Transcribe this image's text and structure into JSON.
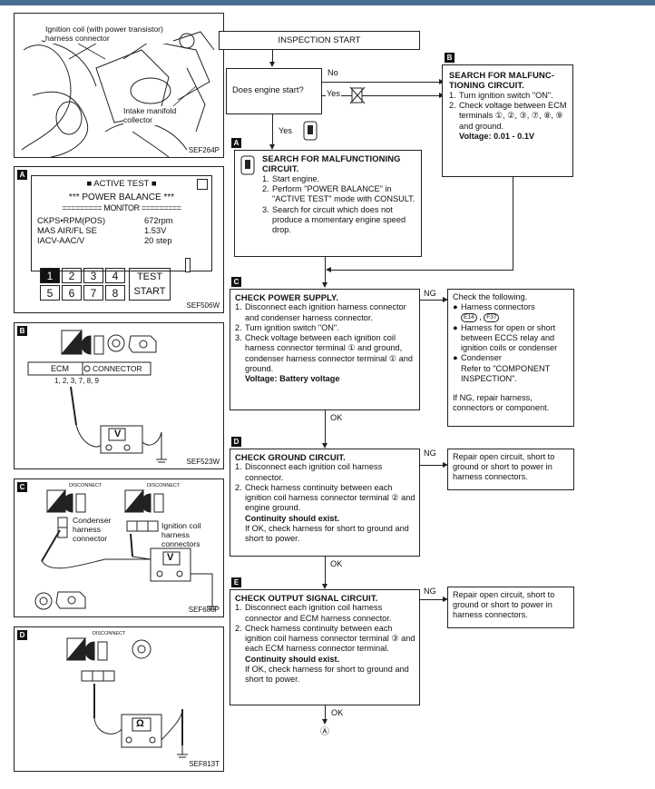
{
  "figure_top": {
    "callout_coil": "Ignition coil (with power transistor) harness connector",
    "callout_manifold": "Intake manifold collector",
    "code": "SEF264P"
  },
  "panel_a": {
    "tag": "A",
    "header": "■ ACTIVE TEST ■",
    "subtitle": "*** POWER BALANCE ***",
    "monitor": "========= MONITOR =========",
    "rows": [
      {
        "label": "CKPS•RPM(POS)",
        "value": "672rpm"
      },
      {
        "label": "MAS AIR/FL SE",
        "value": "1.53V"
      },
      {
        "label": "IACV-AAC/V",
        "value": "20 step"
      }
    ],
    "keys_top": [
      "1",
      "2",
      "3",
      "4"
    ],
    "keys_bottom": [
      "5",
      "6",
      "7",
      "8"
    ],
    "test_label": "TEST",
    "start_label": "START",
    "code": "SEF506W"
  },
  "panel_b": {
    "tag": "B",
    "ecm": "ECM",
    "connector": "CONNECTOR",
    "terminals": "1, 2, 3, 7, 8, 9",
    "meter": "V",
    "code": "SEF523W"
  },
  "panel_c": {
    "tag": "C",
    "disconnect1": "DISCONNECT",
    "disconnect2": "DISCONNECT",
    "condenser": "Condenser harness connector",
    "coil": "Ignition coil harness connectors",
    "meter": "V",
    "code": "SEF680P"
  },
  "panel_d": {
    "tag": "D",
    "disconnect": "DISCONNECT",
    "meter": "Ω",
    "code": "SEF813T"
  },
  "flow": {
    "inspection_start": "INSPECTION START",
    "question": "Does engine start?",
    "no": "No",
    "yes": "Yes",
    "yes2": "Yes",
    "ng1": "NG",
    "ng2": "NG",
    "ng3": "NG",
    "ok1": "OK",
    "ok2": "OK",
    "ok3": "OK",
    "end": "Ⓐ",
    "box_b": {
      "tag": "B",
      "title": "SEARCH FOR MALFUNC-TIONING CIRCUIT.",
      "s1": "1.",
      "t1": "Turn ignition switch \"ON\".",
      "s2": "2.",
      "t2": "Check voltage between ECM terminals ①, ②, ③, ⑦, ⑧, ⑨ and ground.",
      "voltage": "Voltage: 0.01 - 0.1V"
    },
    "box_a": {
      "tag": "A",
      "title": "SEARCH FOR MALFUNCTIONING CIRCUIT.",
      "s1": "1.",
      "t1": "Start engine.",
      "s2": "2.",
      "t2": "Perform \"POWER BALANCE\" in \"ACTIVE TEST\" mode with CONSULT.",
      "s3": "3.",
      "t3": "Search for circuit which does not produce a momentary engine speed drop."
    },
    "box_c": {
      "tag": "C",
      "title": "CHECK POWER SUPPLY.",
      "s1": "1.",
      "t1": "Disconnect each ignition harness connector and condenser harness connector.",
      "s2": "2.",
      "t2": "Turn ignition switch \"ON\".",
      "s3": "3.",
      "t3": "Check voltage between each ignition coil harness connector terminal ① and ground, condenser harness connector terminal ① and ground.",
      "voltage": "Voltage: Battery voltage"
    },
    "check_following": {
      "title": "Check the following.",
      "b1": "Harness connectors",
      "c1": "E14",
      "c2": "F37",
      "b2": "Harness for open or short between ECCS relay and ignition coils or condenser",
      "b3": "Condenser",
      "b3sub": "Refer to \"COMPONENT INSPECTION\".",
      "tail": "If NG, repair harness, connectors or component."
    },
    "box_d": {
      "tag": "D",
      "title": "CHECK GROUND CIRCUIT.",
      "s1": "1.",
      "t1": "Disconnect each ignition coil harness connector.",
      "s2": "2.",
      "t2": "Check harness continuity between each ignition coil harness connector terminal ② and engine ground.",
      "cont": "Continuity should exist.",
      "tail": "If OK, check harness for short to ground and short to power."
    },
    "repair_d": "Repair open circuit, short to ground or short to power in harness connectors.",
    "box_e": {
      "tag": "E",
      "title": "CHECK OUTPUT SIGNAL CIRCUIT.",
      "s1": "1.",
      "t1": "Disconnect each ignition coil harness connector and ECM harness connector.",
      "s2": "2.",
      "t2": "Check harness continuity between each ignition coil harness connector terminal ③ and each ECM harness connector terminal.",
      "cont": "Continuity should exist.",
      "tail": "If OK, check harness for short to ground and short to power."
    },
    "repair_e": "Repair open circuit, short to ground or short to power in harness connectors."
  }
}
